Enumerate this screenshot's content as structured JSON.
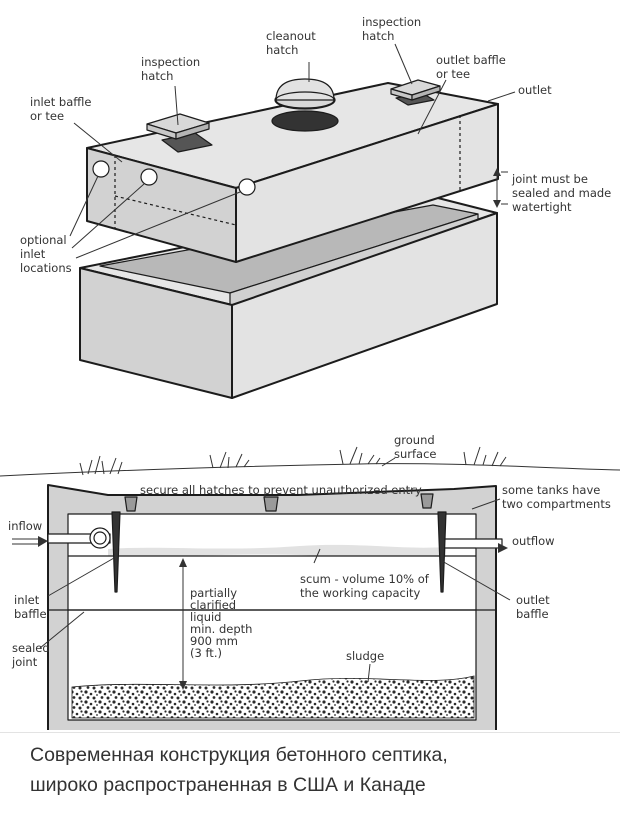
{
  "top_view": {
    "labels": {
      "inlet_baffle": [
        "inlet baffle",
        "or tee"
      ],
      "inspection_hatch_left": [
        "inspection",
        "hatch"
      ],
      "cleanout_hatch": [
        "cleanout",
        "hatch"
      ],
      "inspection_hatch_right": [
        "inspection",
        "hatch"
      ],
      "outlet_baffle": [
        "outlet baffle",
        "or tee"
      ],
      "outlet": "outlet",
      "joint_note": [
        "joint must be",
        "sealed and made",
        "watertight"
      ],
      "optional_inlet": [
        "optional",
        "inlet",
        "locations"
      ]
    }
  },
  "section_view": {
    "labels": {
      "ground_surface": [
        "ground",
        "surface"
      ],
      "secure_hatches": "secure all hatches to prevent unauthorized entry",
      "compartments": [
        "some tanks have",
        "two compartments"
      ],
      "inflow": "inflow",
      "outflow": "outflow",
      "scum": [
        "scum - volume 10% of",
        "the working capacity"
      ],
      "liquid": [
        "partially",
        "clarified",
        "liquid",
        "min. depth",
        "900 mm",
        "(3 ft.)"
      ],
      "inlet_baffle": [
        "inlet",
        "baffle"
      ],
      "outlet_baffle": [
        "outlet",
        "baffle"
      ],
      "sealed_joint": [
        "sealed",
        "joint"
      ],
      "sludge": "sludge"
    }
  },
  "colors": {
    "concrete_light": "#e6e6e6",
    "concrete_mid": "#d2d2d2",
    "concrete_dark": "#b8b8b8",
    "line": "#1c1c1c",
    "label": "#333333"
  },
  "caption": {
    "line1": "Современная конструкция бетонного септика,",
    "line2": "широко распространенная в США и Канаде"
  }
}
